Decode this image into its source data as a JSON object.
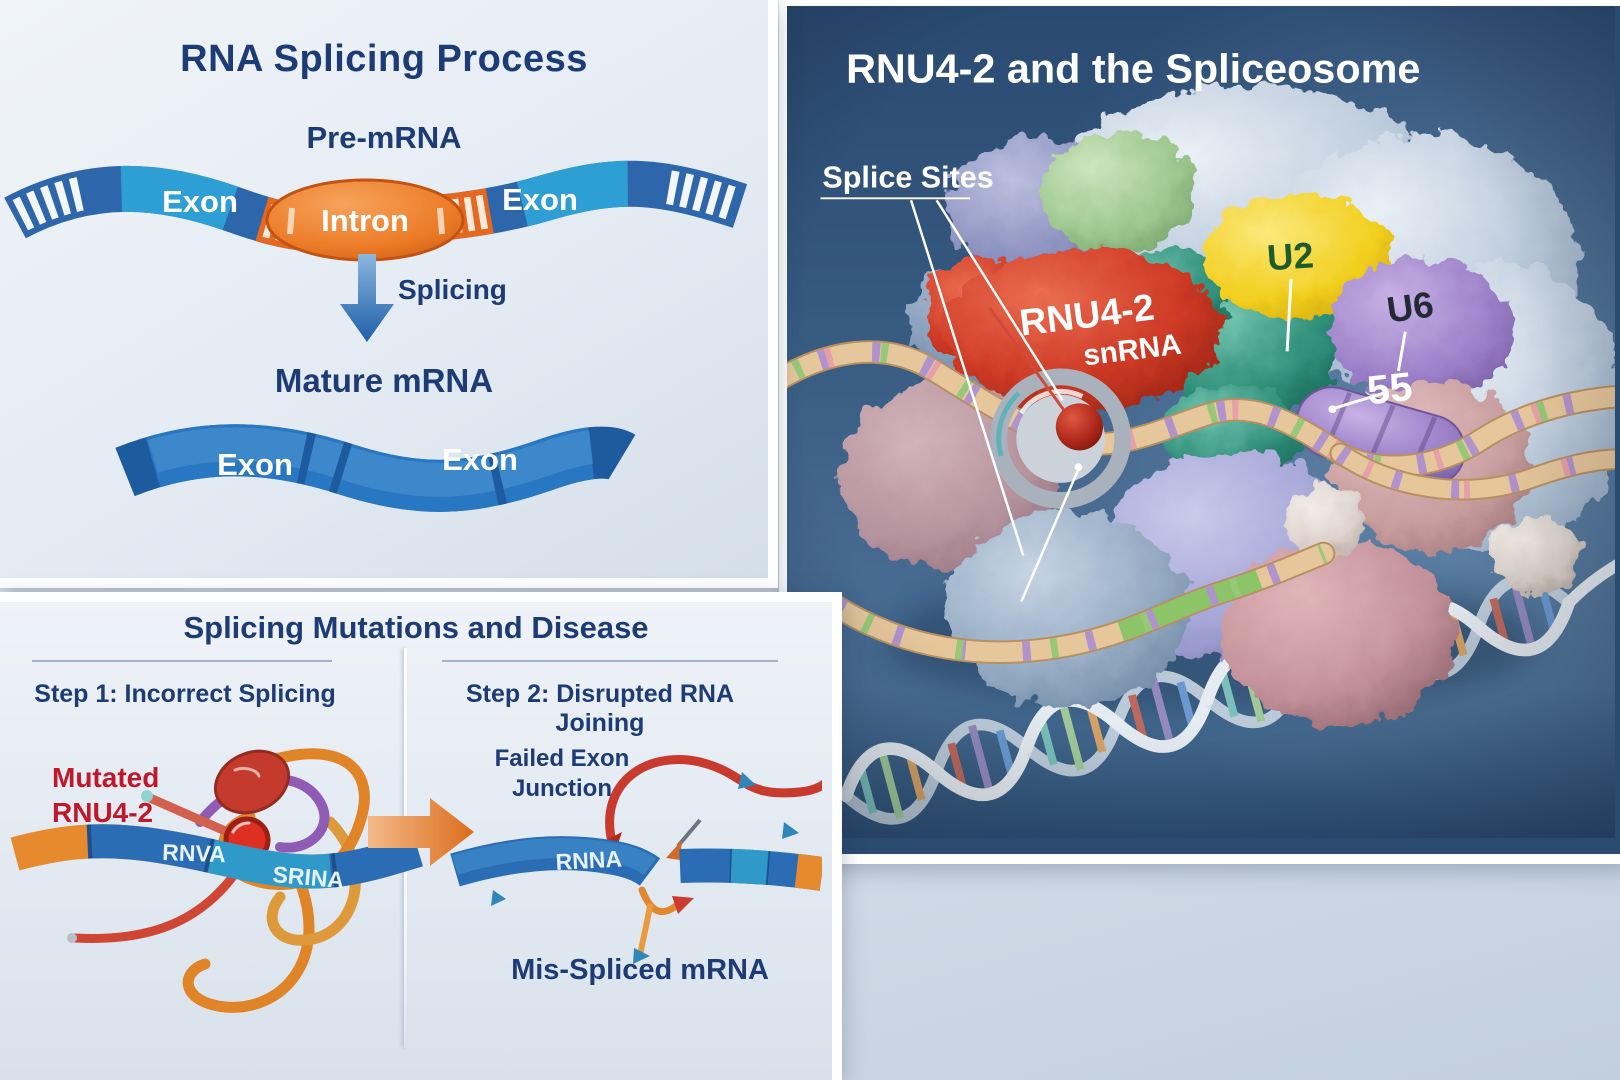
{
  "splicing_process": {
    "title": "RNA Splicing Process",
    "pre_mrna_label": "Pre-mRNA",
    "exon_left": "Exon",
    "intron_label": "Intron",
    "exon_right": "Exon",
    "splicing_arrow_label": "Splicing",
    "mature_mrna_label": "Mature mRNA",
    "mature_exon_left": "Exon",
    "mature_exon_right": "Exon"
  },
  "mutations_disease": {
    "title": "Splicing Mutations and Disease",
    "step1_heading": "Step 1: Incorrect Splicing",
    "step2_heading": "Step 2: Disrupted RNA Joining",
    "mutated_rnu42_label": "Mutated RNU4-2",
    "strand_label_left": "RNVA",
    "strand_label_right": "SRINA",
    "failed_exon_junction_label": "Failed Exon Junction",
    "broken_strand_label": "RNNA",
    "mis_spliced_label": "Mis-Spliced mRNA"
  },
  "spliceosome": {
    "title": "RNU4-2 and the Spliceosome",
    "splice_sites_label": "Splice Sites",
    "u2_label": "U2",
    "u6_label": "U6",
    "u5_label": "55",
    "rnu42_label": "RNU4-2",
    "snrna_label": "snRNA"
  },
  "colors": {
    "panel_navy_text": "#1d3b75",
    "mutated_red": "#c0182b",
    "exon_blue": "#2877c2",
    "exon_teal": "#2d9fd4",
    "intron_orange": "#e4681f",
    "spliceosome_bg": "#2b4a70",
    "u2_yellow": "#f2cf1e",
    "u6_purple": "#9b7fc8",
    "rnu42_red": "#cf3a26",
    "strand_tan": "#e6c69b"
  }
}
